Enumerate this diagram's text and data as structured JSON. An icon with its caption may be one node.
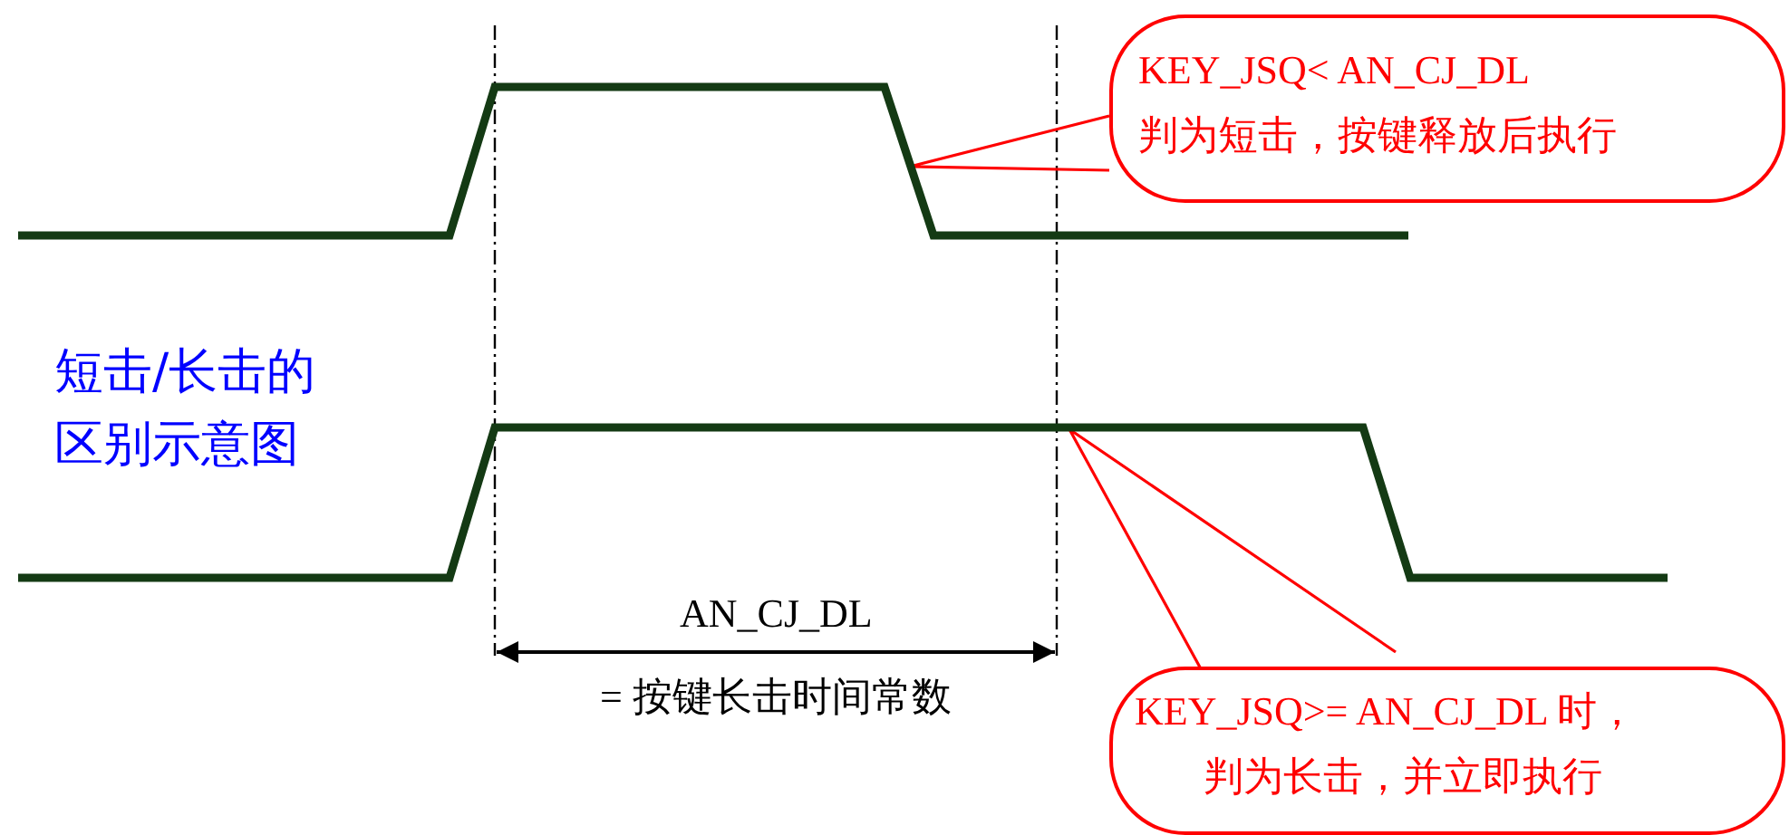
{
  "diagram": {
    "title": "短击/长击的区别示意图",
    "nodes": [
      {
        "text": [],
        "shape": "line"
      },
      {
        "text": [
          "KEY_JSQ< AN_CJ_DL",
          "判为短击，按键释放后执行"
        ]
      },
      {
        "text": [],
        "shape": "line"
      },
      {
        "text": [
          "KEY_JSQ>= AN_CJ_DL  时，",
          "判为长击，并立即执行"
        ]
      }
    ],
    "edges": [
      {
        "from": 1,
        "to": 0,
        "arrow": "none",
        "color": "#ff0000"
      },
      {
        "from": 3,
        "to": 2,
        "arrow": "none",
        "color": "#ff0000"
      }
    ],
    "labels": [
      "AN_CJ_DL",
      "= 按键长击时间常数"
    ]
  }
}
